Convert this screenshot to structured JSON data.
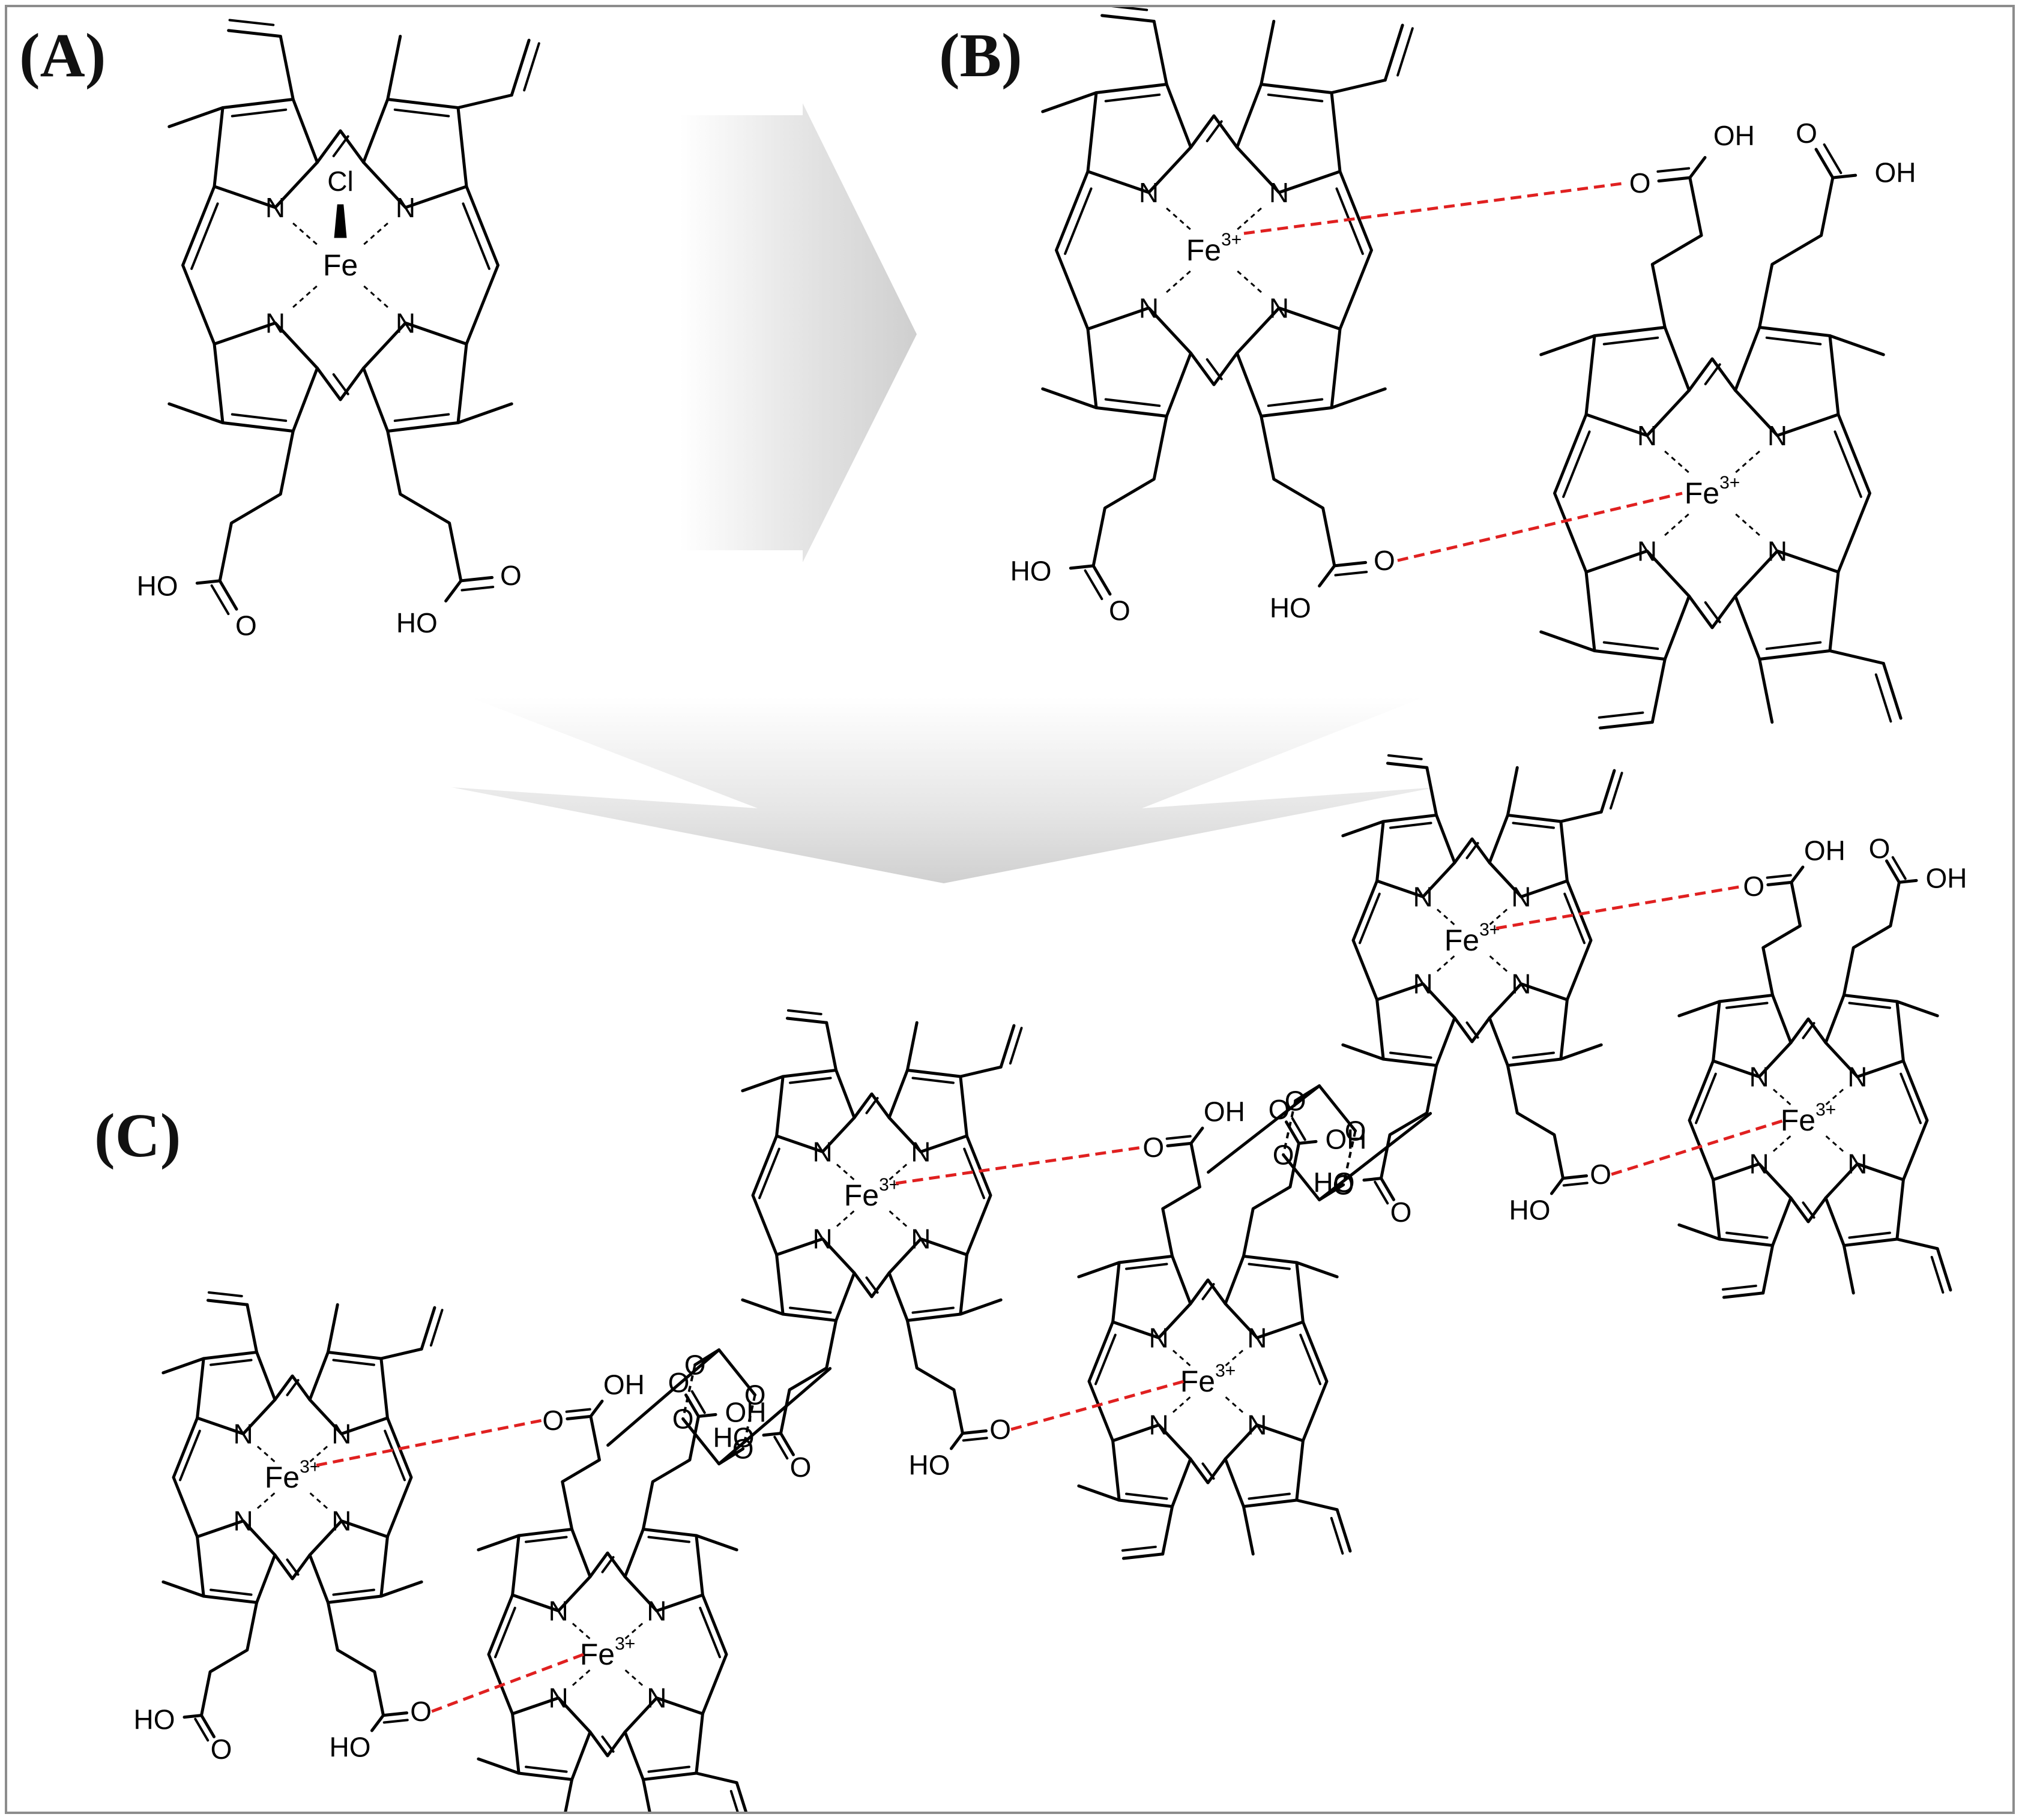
{
  "panels": {
    "a": {
      "label": "(A)"
    },
    "b": {
      "label": "(B)"
    },
    "c": {
      "label": "(C)"
    }
  },
  "atoms": {
    "n": "N",
    "fe": "Fe",
    "fe_charge": "3+",
    "cl": "Cl",
    "o": "O",
    "oh": "OH",
    "ho": "HO"
  },
  "colors": {
    "hydrogen_bond": "#e02020",
    "arrow_fill": "#d6d6d6",
    "frame": "#8c8c8c"
  }
}
